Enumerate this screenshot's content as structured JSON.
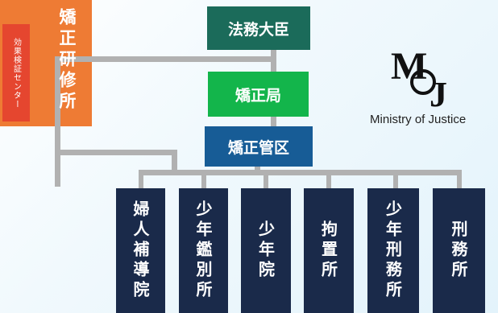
{
  "org": {
    "minister": "法務大臣",
    "bureau": "矯正局",
    "regional": "矯正管区",
    "training": {
      "name": "矯正研修所",
      "sub": "効果検証センター"
    },
    "facilities": [
      "婦人補導院",
      "少年鑑別所",
      "少年院",
      "拘置所",
      "少年刑務所",
      "刑務所"
    ]
  },
  "logo": {
    "mark": "MOJ",
    "caption": "Ministry of Justice"
  },
  "colors": {
    "minister": "#1b6b5a",
    "bureau": "#13b54b",
    "regional": "#175c96",
    "facility": "#1a2a4a",
    "training": "#ee7b34",
    "center": "#e5462f",
    "line": "#b1b1b1"
  }
}
